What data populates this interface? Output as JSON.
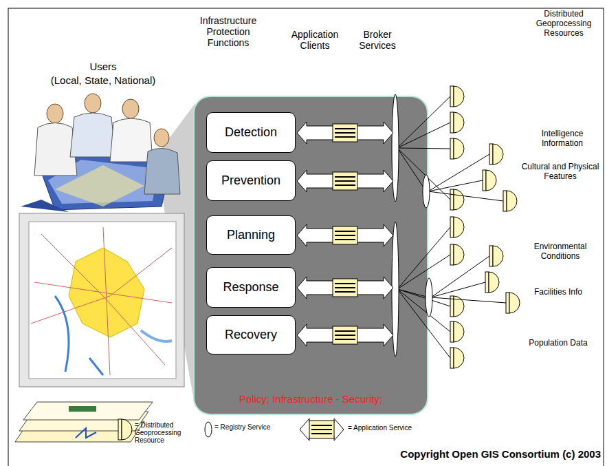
{
  "diagram": {
    "nodes": [
      {
        "text": [
          "Policy; Infrastructure - Security;"
        ]
      },
      {
        "text": [
          "Detection"
        ],
        "in": 0
      },
      {
        "text": [
          "Prevention"
        ],
        "in": 0
      },
      {
        "text": [
          "Planning"
        ],
        "in": 0
      },
      {
        "text": [
          "Response"
        ],
        "in": 0
      },
      {
        "text": [
          "Recovery"
        ],
        "in": 0
      }
    ],
    "labels": [
      "Users",
      "(Local, State, National)",
      "Infrastructure Protection Functions",
      "Application Clients",
      "Broker Services",
      "Distributed Geoprocessing Resources",
      "Intelligence Information",
      "Cultural and Physical Features",
      "Environmental Conditions",
      "Facilities Info",
      "Population Data",
      "Copyright Open GIS Consortium (c) 2003"
    ],
    "legend": [
      {
        "text": "= Distributed Geoprocessing Resource"
      },
      {
        "text": "= Registry Service"
      },
      {
        "text": "= Application Service"
      }
    ]
  }
}
